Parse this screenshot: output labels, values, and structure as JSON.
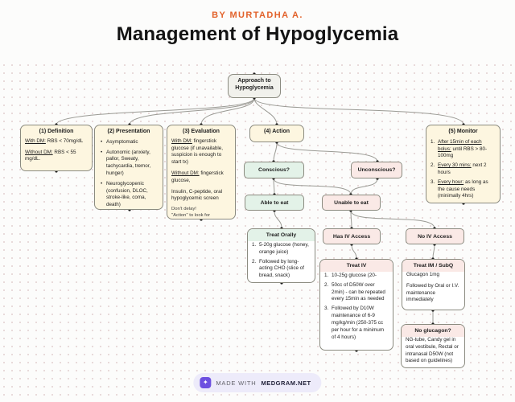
{
  "header": {
    "byline": "BY MURTADHA A.",
    "title": "Management of Hypoglycemia"
  },
  "root": {
    "label": "Approach to\nHypoglycemia"
  },
  "sections": {
    "definition": {
      "title": "(1) Definition",
      "items": [
        {
          "lead": "With DM:",
          "rest": " RBS < 70mg/dL"
        },
        {
          "lead": "Without DM:",
          "rest": " RBS < 55 mg/dL."
        }
      ]
    },
    "presentation": {
      "title": "(2) Presentation",
      "bullets": [
        "Asymptomatic",
        "Autonomic (anxiety, pallor, Sweaty, tachycardia, tremor, hunger)",
        "Neuroglycopenic (confusion, DLOC, stroke-like, coma, death)"
      ]
    },
    "evaluation": {
      "title": "(3) Evaluation",
      "p1_lead": "With DM:",
      "p1_rest": " fingerstick glucose (if unavailable, suspicion is enough to start tx)",
      "p2_lead": "Without DM:",
      "p2_rest": " fingerstick glucose,",
      "p3": "Insulin, C-peptide, oral hypoglycemic screen",
      "note1": "Don't delay!",
      "note2": "\"Action\" to look for"
    },
    "action": {
      "title": "(4) Action"
    },
    "monitor": {
      "title": "(5) Monitor",
      "items": [
        {
          "lead": "After 15min of each bolus:",
          "rest": " until RBS > 80-100mg"
        },
        {
          "lead": "Every 30 mins:",
          "rest": " next 2 hours"
        },
        {
          "lead": "Every hour:",
          "rest": " as long as the cause needs (minimally 4hrs)"
        }
      ]
    }
  },
  "decisions": {
    "conscious": "Conscious?",
    "unconscious": "Unconscious?",
    "able": "Able to eat",
    "unable": "Unable to eat",
    "has_iv": "Has IV Access",
    "no_iv": "No IV Access"
  },
  "treatments": {
    "oral": {
      "title": "Treat Orally",
      "items": [
        "5-20g glucose (honey, orange juice)",
        "Followed by long-acting CHO (slice of bread, snack)"
      ]
    },
    "iv": {
      "title": "Treat IV",
      "items": [
        "10-25g glucose (20-",
        "50cc of D50W over 2min) - can be repeated every 15min as needed",
        "Followed by D10W maintenance of 6-9 mg/kg/min (250-375 cc per hour for a minimum of 4 hours)"
      ]
    },
    "im": {
      "title": "Treat IM / SubQ",
      "line1": "Glucagon 1mg",
      "line2": "Followed by Oral or I.V. maintenance immediately"
    },
    "no_glucagon": {
      "title": "No glucagon?",
      "body": "NG-tube, Candy gel in oral vestibule, Rectal or intranasal D50W (not based on guidelines)"
    }
  },
  "footer": {
    "made_with": "MADE WITH",
    "brand": "MEDGRAM.NET"
  },
  "colors": {
    "accent_orange": "#e2622b",
    "cream": "#fdf6e0",
    "green": "#e3f2e8",
    "pink": "#fae9e6",
    "badge_purple": "#6d50e0",
    "wire_gray": "#9a9a94"
  }
}
